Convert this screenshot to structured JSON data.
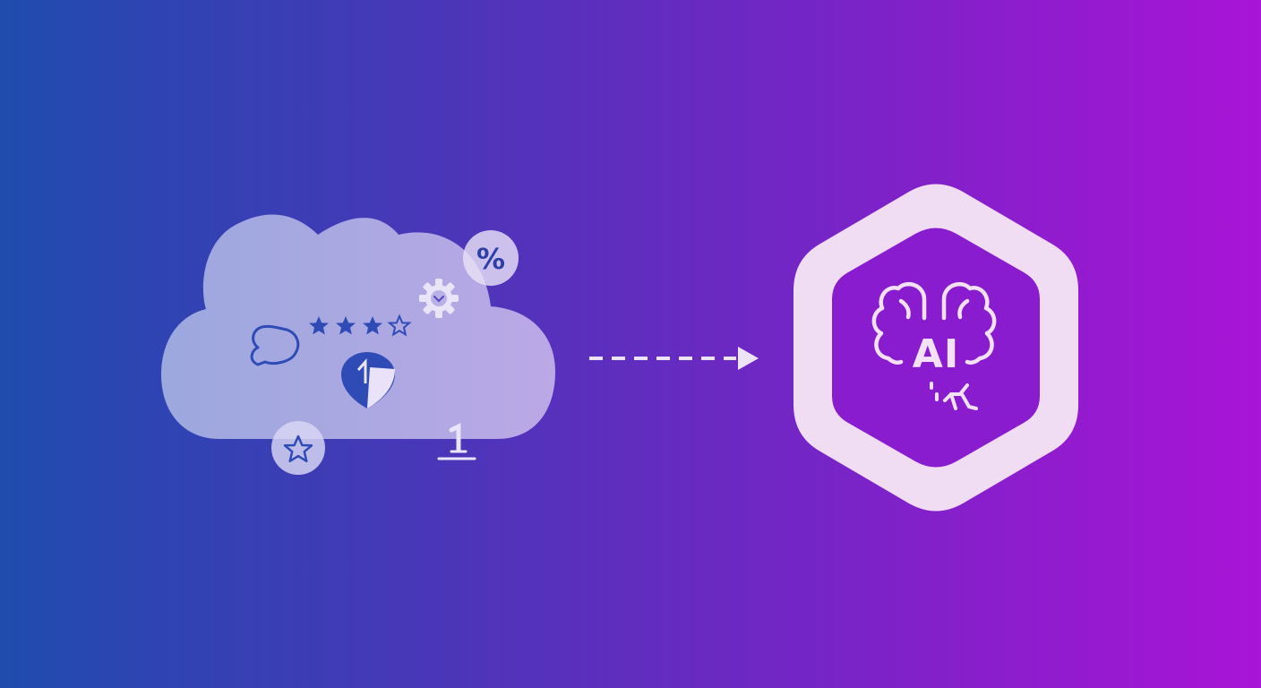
{
  "colors": {
    "bg_left": "#1f4cae",
    "bg_right": "#a914d6",
    "cloud_fill": "#dde3f7",
    "icon_blue": "#2f4bb5",
    "hex_outer": "#f0dcf3",
    "hex_inner": "#8a1ccf",
    "hex_line": "#f3e2f7",
    "arrow": "#ece3f6"
  },
  "cloud": {
    "badges": [
      "percent-badge",
      "star-badge"
    ],
    "percent_symbol": "%",
    "rating": {
      "filled": 3,
      "total": 4
    },
    "icons": [
      "chat-bubble-icon",
      "gear-icon",
      "shield-icon",
      "pin-icon"
    ]
  },
  "hexagon": {
    "label": "AI",
    "icons": [
      "brain-icon",
      "circuit-icon"
    ]
  },
  "connector": {
    "style": "dashed",
    "direction": "left-to-right"
  }
}
